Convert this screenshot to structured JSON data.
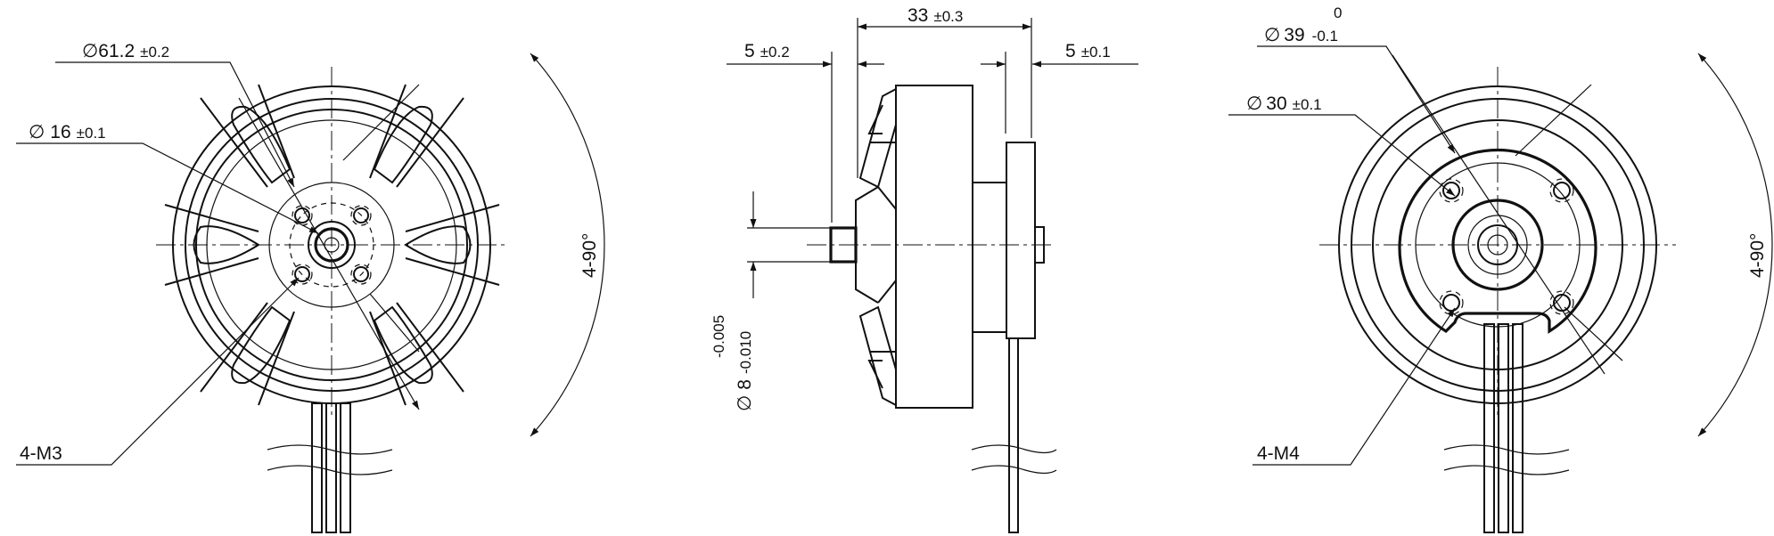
{
  "front_view": {
    "dim_outer_dia": {
      "symbol": "∅",
      "value": "61.2",
      "tol": "±0.2"
    },
    "dim_shaft_boss_dia": {
      "symbol": "∅",
      "value": "16",
      "tol": "±0.1"
    },
    "thread_callout": "4-M3",
    "angle_callout": "4-90°"
  },
  "side_view": {
    "dim_overall_length": {
      "value": "33",
      "tol": "±0.3"
    },
    "dim_left_shaft": {
      "value": "5",
      "tol": "±0.2"
    },
    "dim_right_shaft": {
      "value": "5",
      "tol": "±0.1"
    },
    "dim_shaft_dia": {
      "symbol": "∅",
      "value": "8",
      "tol_upper": "-0.005",
      "tol_lower": "-0.010"
    }
  },
  "rear_view": {
    "dim_outer_dia": {
      "symbol": "∅",
      "value": "39",
      "tol_upper": "0",
      "tol_lower": "-0.1"
    },
    "dim_inner_dia": {
      "symbol": "∅",
      "value": "30",
      "tol": "±0.1"
    },
    "thread_callout": "4-M4",
    "angle_callout": "4-90°"
  }
}
